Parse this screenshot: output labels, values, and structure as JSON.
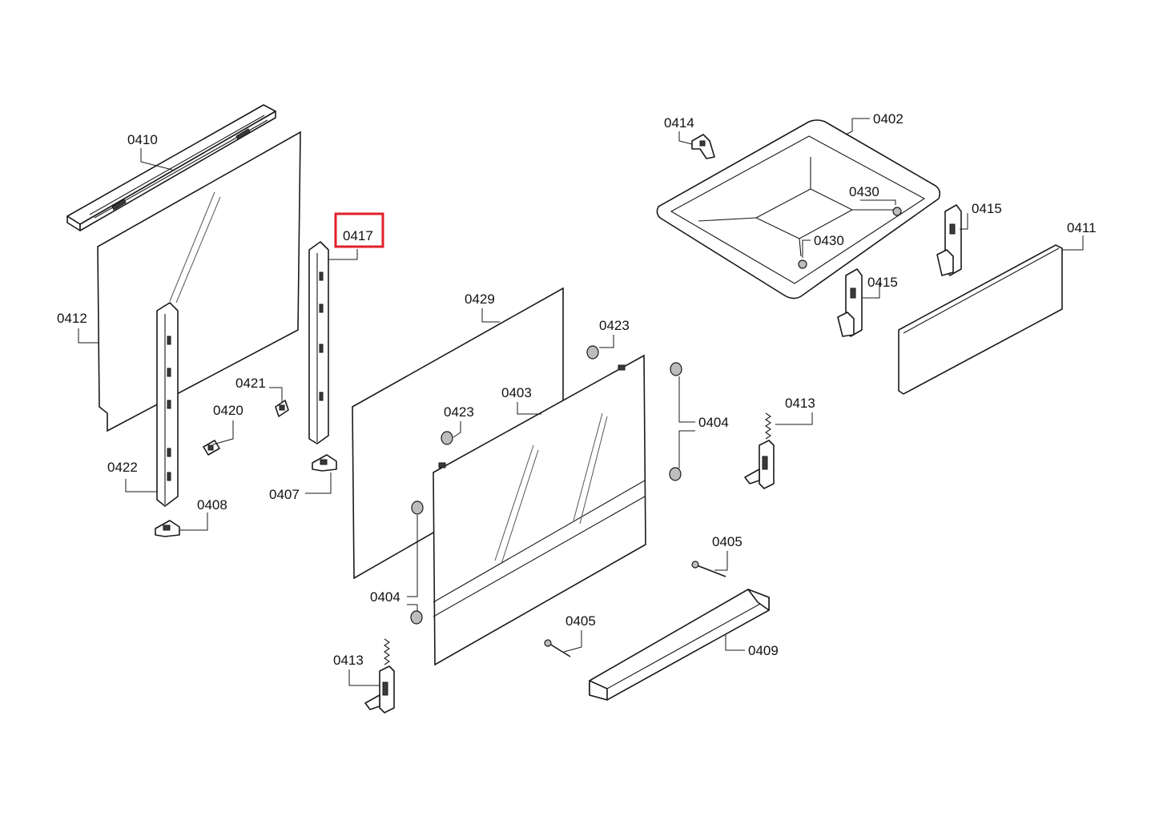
{
  "diagram": {
    "highlight_color": "#e0202a",
    "highlighted_part": "0417",
    "callouts": [
      {
        "id": "c0410",
        "label": "0410"
      },
      {
        "id": "c0412",
        "label": "0412"
      },
      {
        "id": "c0417",
        "label": "0417"
      },
      {
        "id": "c0421",
        "label": "0421"
      },
      {
        "id": "c0420",
        "label": "0420"
      },
      {
        "id": "c0422",
        "label": "0422"
      },
      {
        "id": "c0407",
        "label": "0407"
      },
      {
        "id": "c0408",
        "label": "0408"
      },
      {
        "id": "c0429",
        "label": "0429"
      },
      {
        "id": "c0423a",
        "label": "0423"
      },
      {
        "id": "c0423b",
        "label": "0423"
      },
      {
        "id": "c0403",
        "label": "0403"
      },
      {
        "id": "c0404a",
        "label": "0404"
      },
      {
        "id": "c0404b",
        "label": "0404"
      },
      {
        "id": "c0413a",
        "label": "0413"
      },
      {
        "id": "c0413b",
        "label": "0413"
      },
      {
        "id": "c0405a",
        "label": "0405"
      },
      {
        "id": "c0405b",
        "label": "0405"
      },
      {
        "id": "c0409",
        "label": "0409"
      },
      {
        "id": "c0414",
        "label": "0414"
      },
      {
        "id": "c0402",
        "label": "0402"
      },
      {
        "id": "c0430a",
        "label": "0430"
      },
      {
        "id": "c0430b",
        "label": "0430"
      },
      {
        "id": "c0415a",
        "label": "0415"
      },
      {
        "id": "c0415b",
        "label": "0415"
      },
      {
        "id": "c0411",
        "label": "0411"
      }
    ]
  }
}
